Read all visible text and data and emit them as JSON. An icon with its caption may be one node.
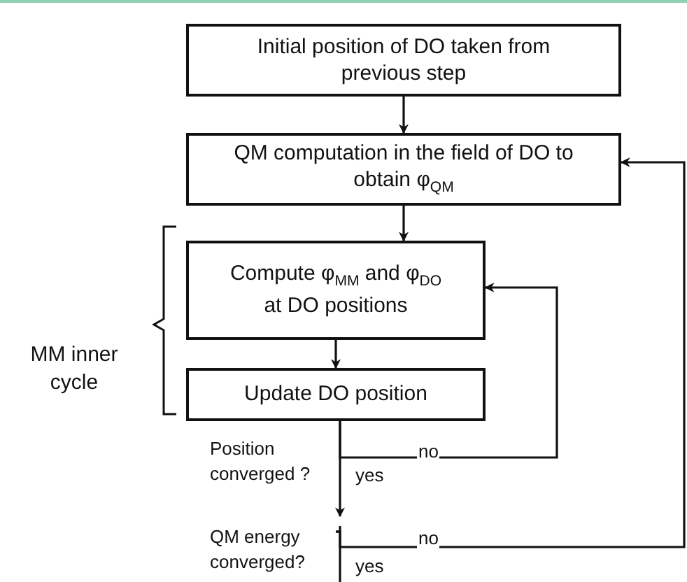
{
  "diagram": {
    "nodes": [
      {
        "text": [
          "Initial position of DO taken from previous step"
        ]
      },
      {
        "text": [
          "QM computation in the field of DO to obtain φ$_{QM}$"
        ]
      },
      {
        "text": [
          "Compute φ$_{MM}$ and φ$_{DO}$ at DO positions"
        ]
      },
      {
        "text": [
          "Update DO position"
        ],
        "beside": [
          "Position converged ?"
        ]
      },
      {
        "text": [
          "QM energy converged?"
        ]
      }
    ],
    "edges": [
      {
        "from": 0,
        "to": 1,
        "arrow": "to"
      },
      {
        "from": 1,
        "to": 2,
        "arrow": "to"
      },
      {
        "from": 2,
        "to": 3,
        "arrow": "to"
      },
      {
        "from": 3,
        "to": 2,
        "arrow": "to",
        "label": "no"
      },
      {
        "from": 3,
        "to": 4,
        "arrow": "to",
        "label": "yes"
      },
      {
        "from": 4,
        "to": 1,
        "arrow": "to",
        "label": "no"
      },
      {
        "from": 4,
        "to": null,
        "arrow": "none",
        "label": "yes"
      }
    ],
    "labels": [
      "MM inner cycle"
    ]
  }
}
